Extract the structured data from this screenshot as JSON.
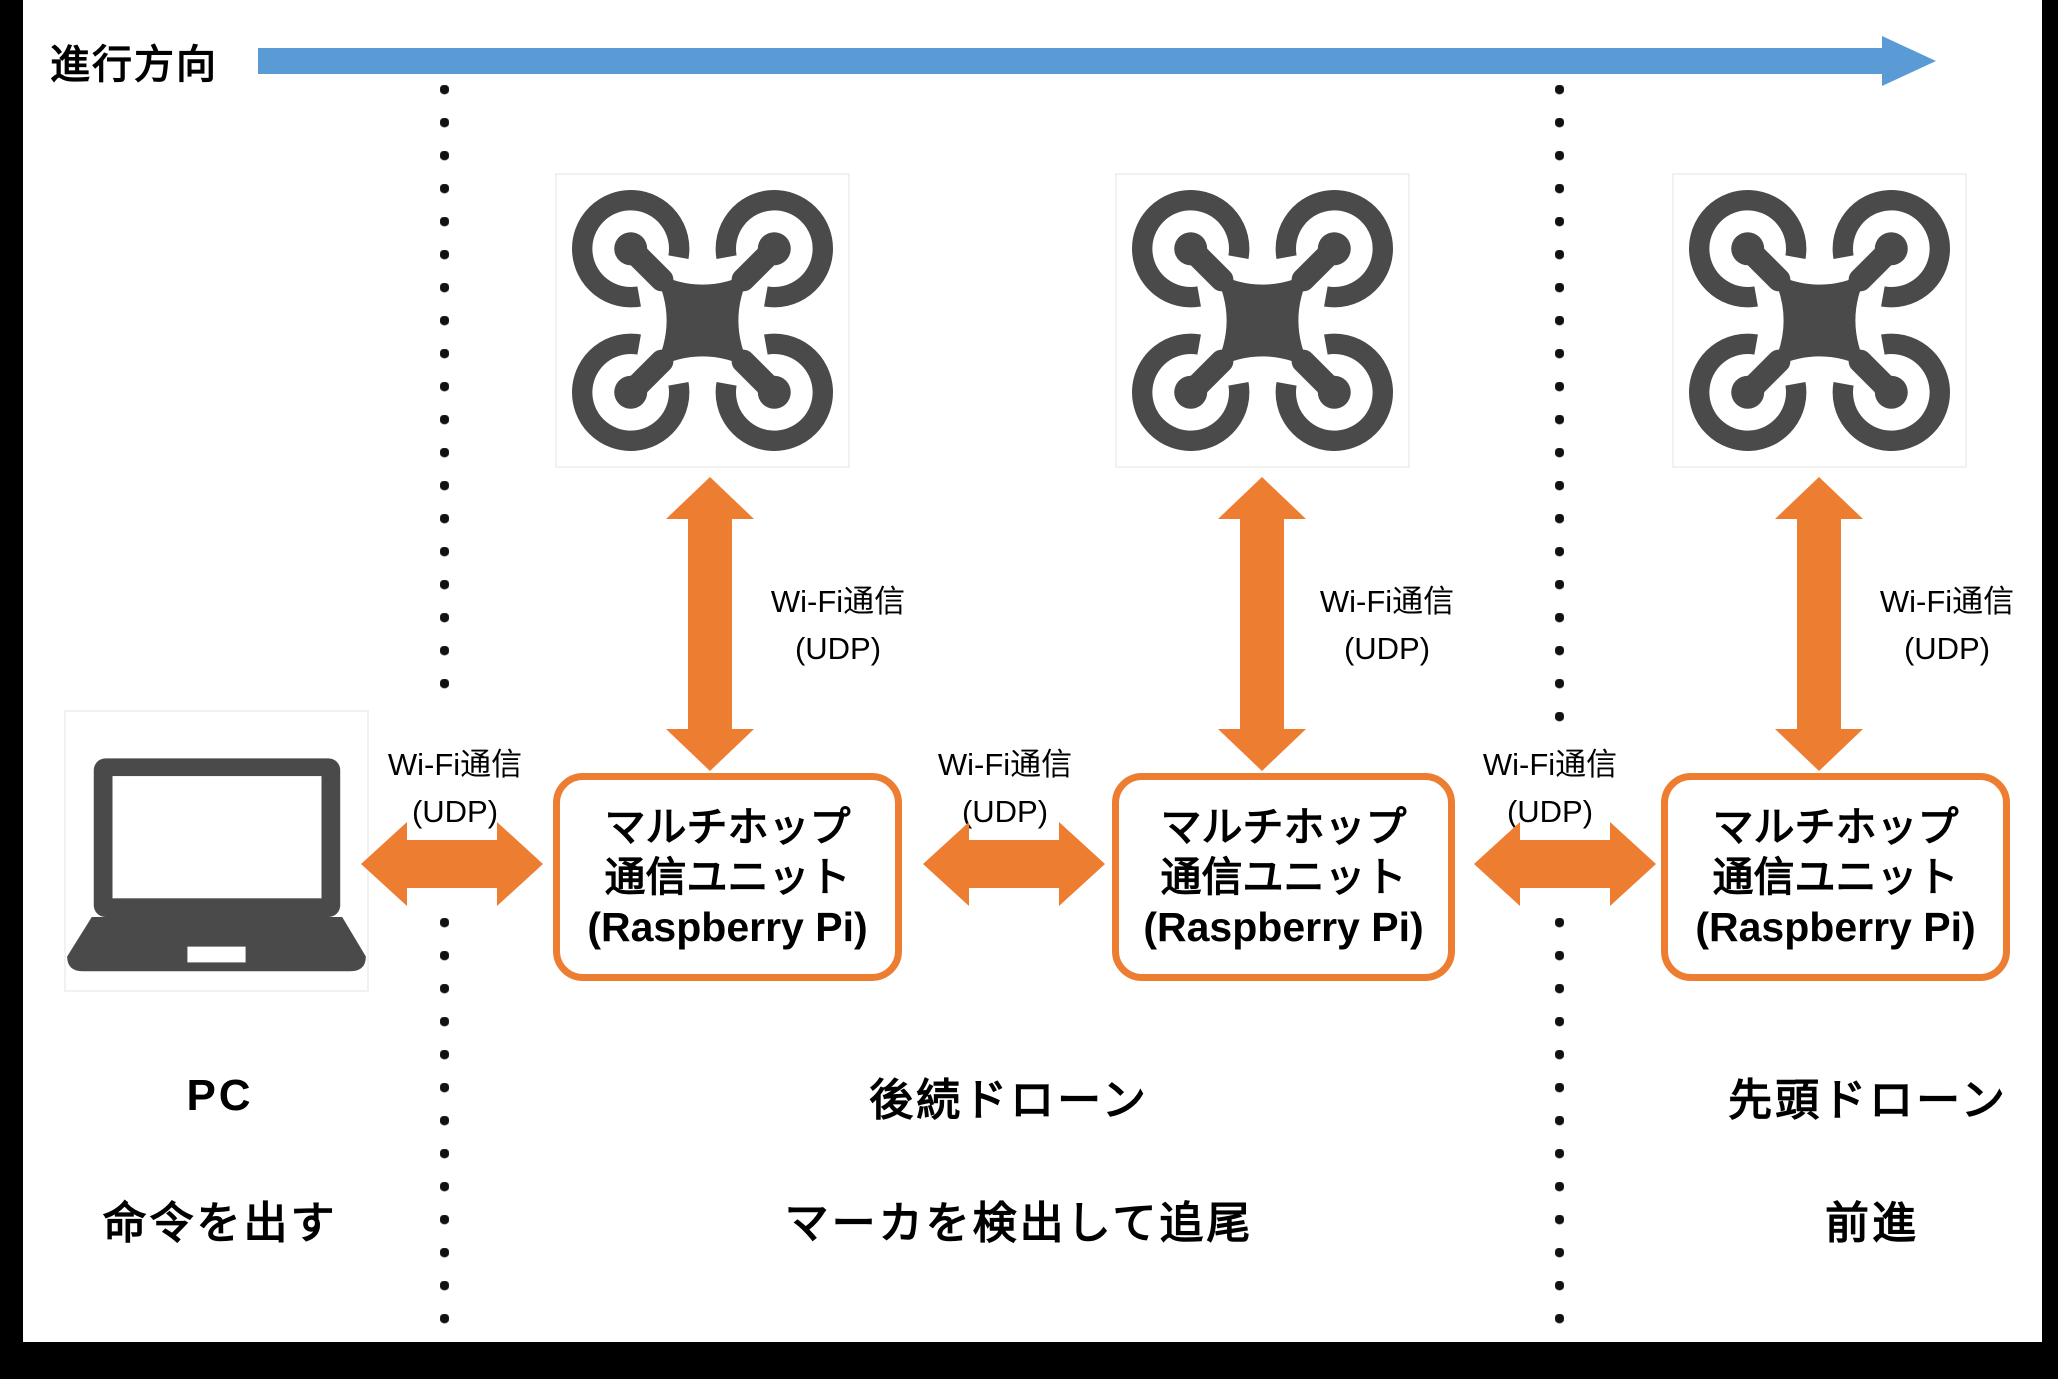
{
  "header": {
    "direction_label": "進行方向"
  },
  "colors": {
    "accent_orange": "#ED7D31",
    "accent_blue": "#5B9BD5",
    "icon_gray": "#4A4A4A",
    "text": "#000000",
    "background": "#FFFFFF",
    "frame": "#000000"
  },
  "wifi_label": {
    "line1": "Wi-Fi通信",
    "line2": "(UDP)"
  },
  "unit_box": {
    "line1": "マルチホップ",
    "line2": "通信ユニット",
    "line3": "(Raspberry Pi)"
  },
  "sections": {
    "pc": {
      "title": "PC",
      "subtitle": "命令を出す"
    },
    "followers": {
      "title": "後続ドローン",
      "subtitle": "マーカを検出して追尾"
    },
    "leader": {
      "title": "先頭ドローン",
      "subtitle": "前進"
    }
  },
  "icons": {
    "laptop": "laptop-icon",
    "drone": "drone-icon",
    "direction_arrow": "right-arrow-icon",
    "link_arrow": "double-arrow-icon"
  }
}
